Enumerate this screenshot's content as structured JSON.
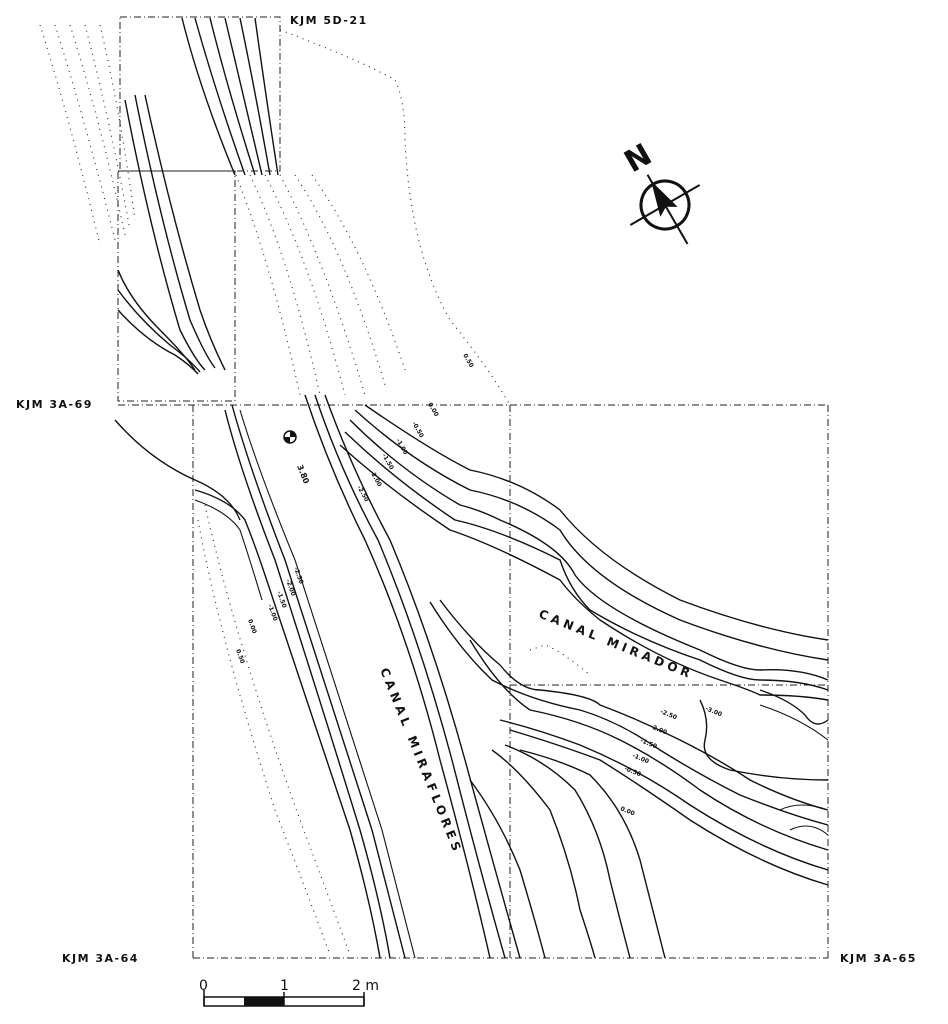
{
  "grid_labels": {
    "top": "KJM 5D-21",
    "left_mid": "KJM 3A-69",
    "bottom_left": "KJM 3A-64",
    "bottom_right": "KJM 3A-65"
  },
  "canals": {
    "miraflores": "CANAL MIRAFLORES",
    "mirador": "CANAL MIRADOR"
  },
  "datum": {
    "value": "3.80"
  },
  "north_arrow": {
    "label": "N",
    "icon": "north-arrow-icon"
  },
  "scale_bar": {
    "ticks": [
      "0",
      "1",
      "2 m"
    ]
  },
  "elevations": {
    "upper_right": [
      "0.50",
      "0.00",
      "-0.50",
      "-1.00",
      "-1.50",
      "-2.00",
      "-2.50"
    ],
    "left_bank": [
      "-2.50",
      "-2.00",
      "-1.50",
      "-1.00",
      "0.00",
      "0.50"
    ],
    "mirador_south": [
      "-2.50",
      "-2.00",
      "-1.50",
      "-1.00",
      "-0.50",
      "0.00"
    ],
    "mirador_east": "-3.00"
  }
}
